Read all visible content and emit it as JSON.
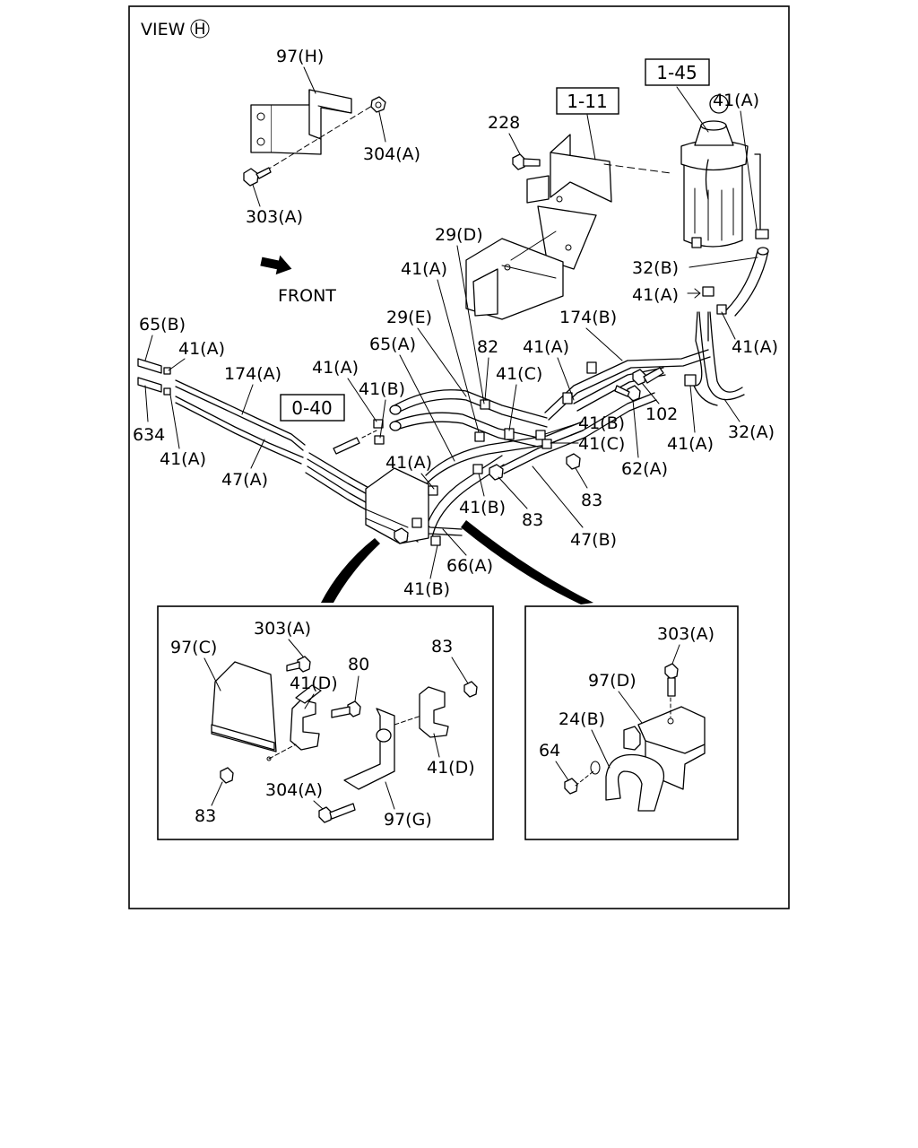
{
  "header": {
    "view_label": "VIEW",
    "view_letter": "H",
    "direction": "FRONT"
  },
  "refs": {
    "r1": "1-45",
    "r2": "1-11",
    "r3": "0-40"
  },
  "labels": {
    "l97H": "97(H)",
    "l304A_top": "304(A)",
    "l303A_top": "303(A)",
    "l228": "228",
    "l41A_tank": "41(A)",
    "l29D": "29(D)",
    "l41A_1": "41(A)",
    "l32B": "32(B)",
    "l41A_arrow": "41(A)",
    "l65B": "65(B)",
    "l41A_2": "41(A)",
    "l174B": "174(B)",
    "l29E": "29(E)",
    "l65A": "65(A)",
    "l41A_3": "41(A)",
    "l41A_right": "41(A)",
    "l174A": "174(A)",
    "l41A_4": "41(A)",
    "l41B_1": "41(B)",
    "l82": "82",
    "l41C_1": "41(C)",
    "l102": "102",
    "l41B_2": "41(B)",
    "l634": "634",
    "l41C_2": "41(C)",
    "l41A_5": "41(A)",
    "l32A": "32(A)",
    "l41A_6": "41(A)",
    "l41A_7": "41(A)",
    "l62A": "62(A)",
    "l47A": "47(A)",
    "l41B_3": "41(B)",
    "l83_1": "83",
    "l83_2": "83",
    "l47B": "47(B)",
    "l66A": "66(A)",
    "l41B_4": "41(B)"
  },
  "inset_left": {
    "l303A": "303(A)",
    "l97C": "97(C)",
    "l41D_top": "41(D)",
    "l80": "80",
    "l83_top": "83",
    "l41D_bot": "41(D)",
    "l83_bot": "83",
    "l304A": "304(A)",
    "l97G": "97(G)"
  },
  "inset_right": {
    "l303A": "303(A)",
    "l97D": "97(D)",
    "l24B": "24(B)",
    "l64": "64"
  }
}
